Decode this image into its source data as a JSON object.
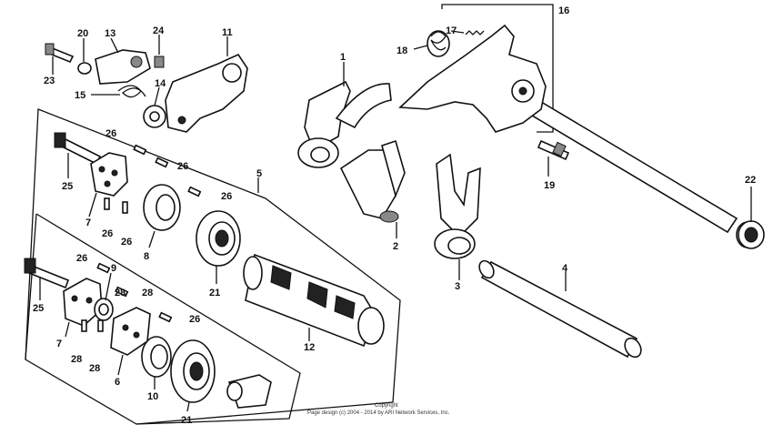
{
  "labels": {
    "l1": "1",
    "l2": "2",
    "l3": "3",
    "l4": "4",
    "l5": "5",
    "l6": "6",
    "l7a": "7",
    "l7b": "7",
    "l8": "8",
    "l9": "9",
    "l10": "10",
    "l11": "11",
    "l12": "12",
    "l13": "13",
    "l14": "14",
    "l15": "15",
    "l16": "16",
    "l17": "17",
    "l18": "18",
    "l19": "19",
    "l20": "20",
    "l21a": "21",
    "l21b": "21",
    "l22": "22",
    "l23": "23",
    "l24": "24",
    "l25a": "25",
    "l25b": "25",
    "l26a": "26",
    "l26b": "26",
    "l26c": "26",
    "l26d": "26",
    "l26e": "26",
    "l26f": "26",
    "l26g": "26",
    "l26h": "26",
    "l28a": "28",
    "l28b": "28",
    "l28c": "28",
    "l28d": "28"
  },
  "copyright": {
    "line1": "Copyright",
    "line2": "Page design (c) 2004 - 2014 by ARI Network Services, Inc."
  }
}
